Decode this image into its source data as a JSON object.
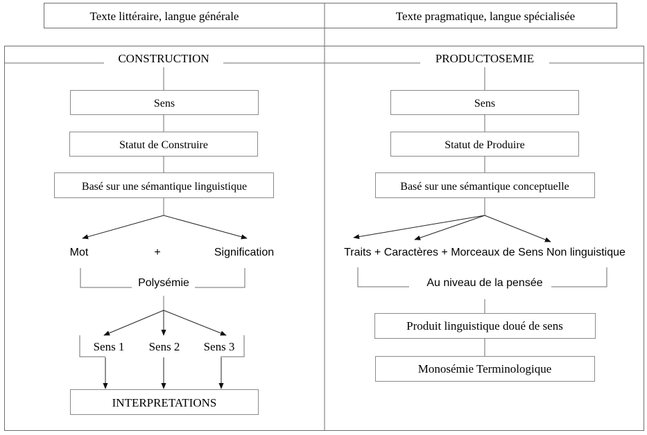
{
  "header": {
    "left": "Texte littéraire, langue générale",
    "right": "Texte pragmatique, langue spécialisée"
  },
  "left": {
    "section_title": "CONSTRUCTION",
    "boxes": [
      "Sens",
      "Statut de Construire",
      "Basé sur une sémantique linguistique"
    ],
    "mot": "Mot",
    "plus": "+",
    "signification": "Signification",
    "polysemie": "Polysémie",
    "senses": [
      "Sens 1",
      "Sens 2",
      "Sens 3"
    ],
    "result": "INTERPRETATIONS"
  },
  "right": {
    "section_title": "PRODUCTOSEMIE",
    "boxes": [
      "Sens",
      "Statut de Produire",
      "Basé sur une sémantique conceptuelle"
    ],
    "traits": "Traits + Caractères + Morceaux de Sens Non linguistique",
    "pensee": "Au niveau de la pensée",
    "produit": "Produit linguistique doué de sens",
    "monosemie": "Monosémie Terminologique"
  }
}
